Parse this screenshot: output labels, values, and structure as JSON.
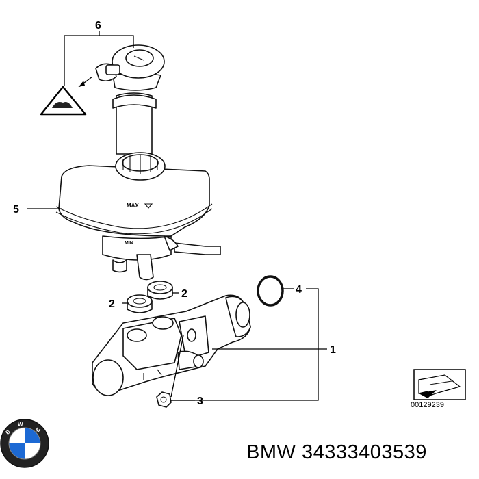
{
  "callouts": {
    "c1": "1",
    "c2a": "2",
    "c2b": "2",
    "c3": "3",
    "c4": "4",
    "c5": "5",
    "c6": "6"
  },
  "reservoir": {
    "max_mark": "MAX",
    "min_mark": "MIN"
  },
  "diagram_code": "00129239",
  "caption": {
    "brand": "BMW",
    "part_number": "34333403539"
  },
  "logo": {
    "text": "BMW",
    "colors": {
      "blue": "#1c69d4",
      "white": "#ffffff",
      "ring": "#222222"
    }
  }
}
